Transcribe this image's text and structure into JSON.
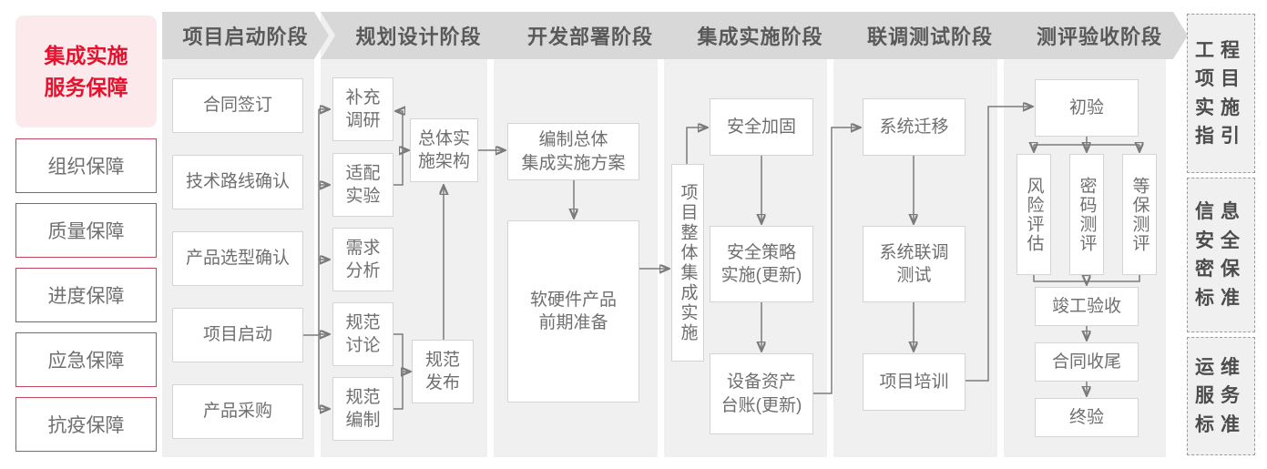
{
  "sidebar": {
    "title": "集成实施\n服务保障",
    "items": [
      {
        "label": "组织保障"
      },
      {
        "label": "质量保障"
      },
      {
        "label": "进度保障"
      },
      {
        "label": "应急保障"
      },
      {
        "label": "抗疫保障"
      }
    ]
  },
  "phases": [
    {
      "header": "项目启动阶段",
      "boxes": [
        {
          "label": "合同签订"
        },
        {
          "label": "技术路线确认"
        },
        {
          "label": "产品选型确认"
        },
        {
          "label": "项目启动"
        },
        {
          "label": "产品采购"
        }
      ]
    },
    {
      "header": "规划设计阶段",
      "boxes": [
        {
          "label": "补充\n调研"
        },
        {
          "label": "适配\n实验"
        },
        {
          "label": "需求\n分析"
        },
        {
          "label": "规范\n讨论"
        },
        {
          "label": "规范\n编制"
        },
        {
          "label": "总体实\n施架构"
        },
        {
          "label": "规范\n发布"
        }
      ]
    },
    {
      "header": "开发部署阶段",
      "boxes": [
        {
          "label": "编制总体\n集成实施方案"
        },
        {
          "label": "软硬件产品\n前期准备"
        }
      ]
    },
    {
      "header": "集成实施阶段",
      "boxes": [
        {
          "label": "项目整体集成实施"
        },
        {
          "label": "安全加固"
        },
        {
          "label": "安全策略\n实施(更新)"
        },
        {
          "label": "设备资产\n台账(更新)"
        }
      ]
    },
    {
      "header": "联调测试阶段",
      "boxes": [
        {
          "label": "系统迁移"
        },
        {
          "label": "系统联调\n测试"
        },
        {
          "label": "项目培训"
        }
      ]
    },
    {
      "header": "测评验收阶段",
      "boxes": [
        {
          "label": "初验"
        },
        {
          "label": "风险评估"
        },
        {
          "label": "密码测评"
        },
        {
          "label": "等保测评"
        },
        {
          "label": "竣工验收"
        },
        {
          "label": "合同收尾"
        },
        {
          "label": "终验"
        }
      ]
    }
  ],
  "standards": [
    {
      "label": "工程项目实施指引"
    },
    {
      "label": "信息安全密保标准"
    },
    {
      "label": "运维服务标准"
    }
  ],
  "colors": {
    "accent_red": "#e8112d",
    "red_border": "#c5475c",
    "pink_bg": "#fbe9ec",
    "phase_header_bg": "#d9d8d9",
    "phase_col_bg": "#f1f0f1",
    "box_border": "#d5d3d5",
    "box_text": "#6f6f6f",
    "header_text": "#595959",
    "connector": "#7a7a7a"
  }
}
